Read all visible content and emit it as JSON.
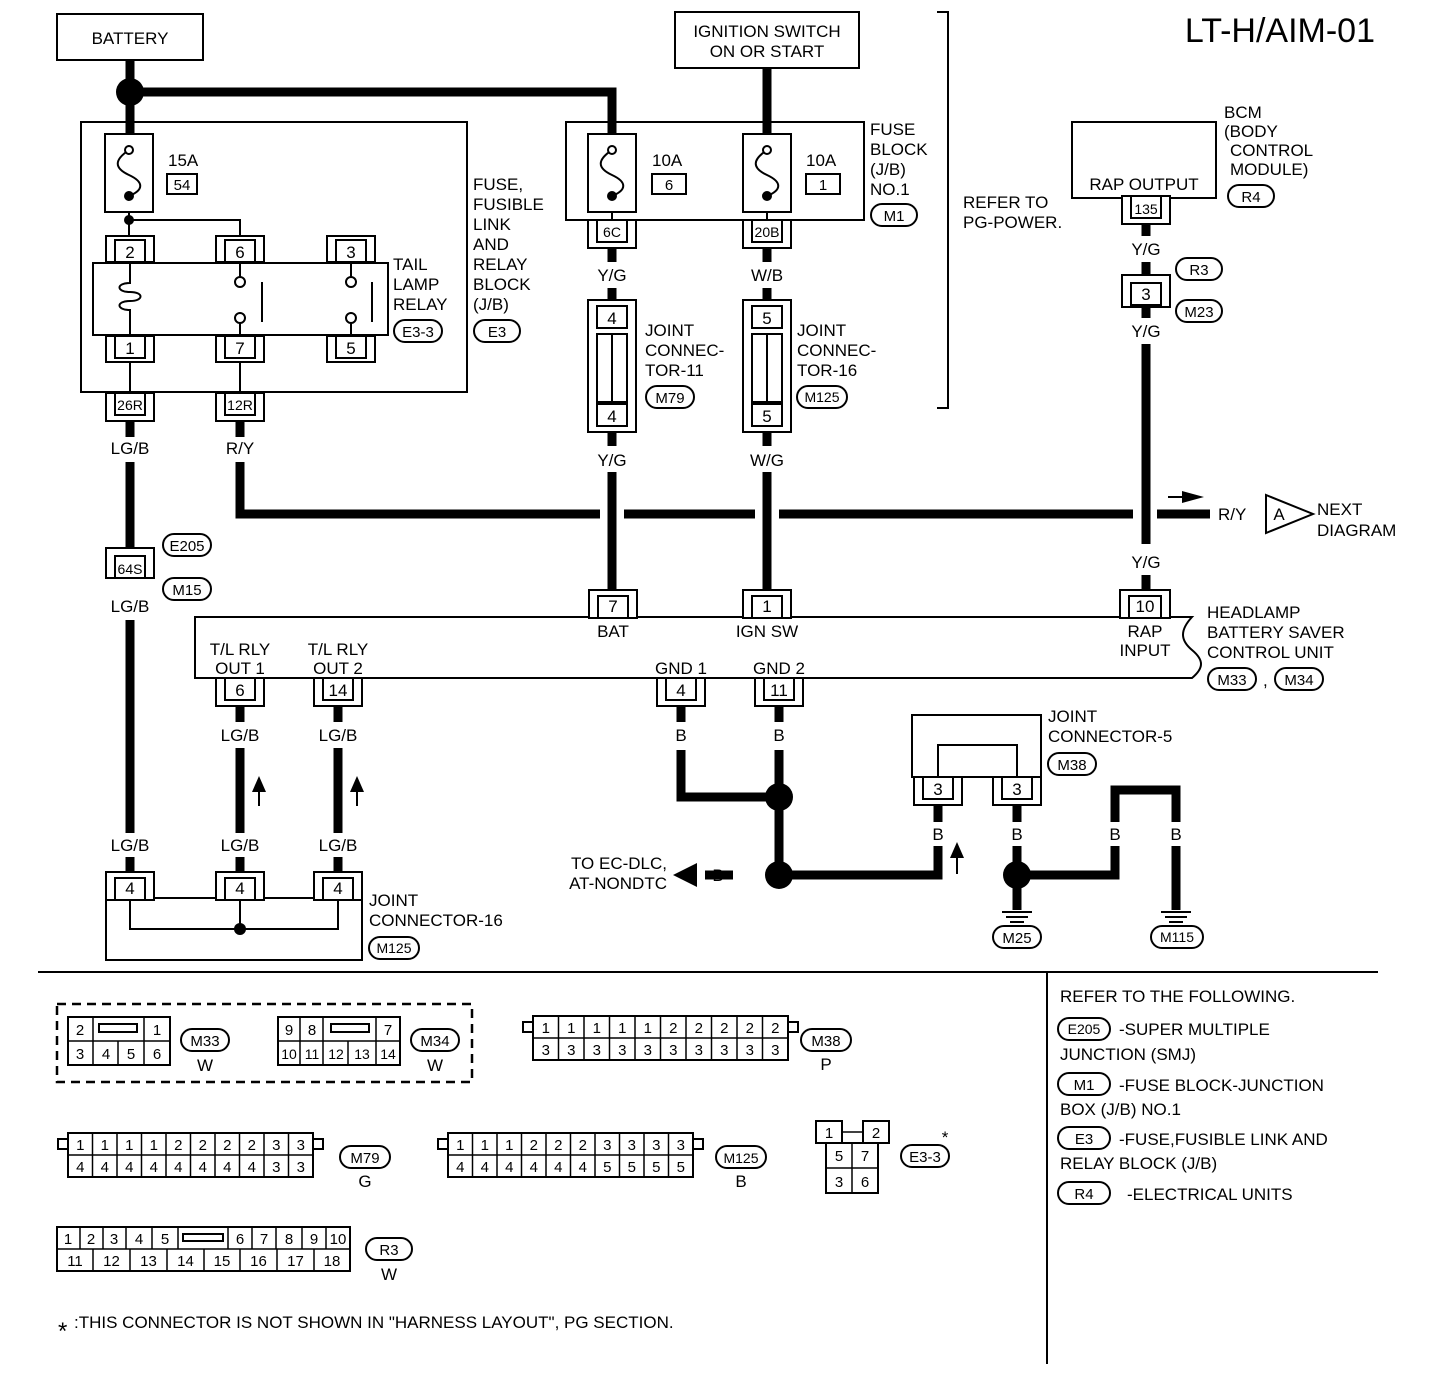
{
  "title": "LT-H/AIM-01",
  "battery": "BATTERY",
  "ignition": [
    "IGNITION SWITCH",
    "ON OR START"
  ],
  "fuse_fusible_block": {
    "label": [
      "FUSE,",
      "FUSIBLE",
      "LINK",
      "AND",
      "RELAY",
      "BLOCK",
      "(J/B)"
    ],
    "ref": "E3",
    "fuse": {
      "amps": "15A",
      "num": "54"
    }
  },
  "tail_lamp_relay": {
    "label": [
      "TAIL",
      "LAMP",
      "RELAY"
    ],
    "ref": "E3-3",
    "pins_top": [
      "2",
      "6",
      "3"
    ],
    "pins_bottom": [
      "1",
      "7",
      "5"
    ]
  },
  "fuse_block": {
    "label": [
      "FUSE",
      "BLOCK",
      "(J/B)",
      "NO.1"
    ],
    "ref": "M1",
    "fuses": [
      {
        "amps": "10A",
        "num": "6",
        "term": "6C"
      },
      {
        "amps": "10A",
        "num": "1",
        "term": "20B"
      }
    ]
  },
  "refer_pg": [
    "REFER TO",
    "PG-POWER."
  ],
  "bcm": {
    "label": [
      "BCM",
      "(BODY",
      "CONTROL",
      "MODULE)"
    ],
    "output": "RAP OUTPUT",
    "ref": "R4",
    "pin": "135"
  },
  "connectors": {
    "r3_m23": {
      "refs": [
        "R3",
        "M23"
      ],
      "pin": "3"
    },
    "jc11": {
      "label": [
        "JOINT",
        "CONNEC-",
        "TOR-11"
      ],
      "ref": "M79",
      "pin": "4"
    },
    "jc16_top": {
      "label": [
        "JOINT",
        "CONNEC-",
        "TOR-16"
      ],
      "ref": "M125",
      "pin": "5"
    },
    "fb_terms": [
      "26R",
      "12R"
    ],
    "e205_m15": {
      "refs": [
        "E205",
        "M15"
      ],
      "pin": "64S"
    },
    "jc5": {
      "label": [
        "JOINT",
        "CONNECTOR-5"
      ],
      "ref": "M38",
      "pins": [
        "3",
        "3"
      ]
    },
    "jc16_bottom": {
      "label": [
        "JOINT",
        "CONNECTOR-16"
      ],
      "ref": "M125",
      "pins": [
        "4",
        "4",
        "4"
      ]
    }
  },
  "wires": {
    "yg": "Y/G",
    "wb": "W/B",
    "wg": "W/G",
    "lgb": "LG/B",
    "ry": "R/Y",
    "b": "B"
  },
  "next_diagram": {
    "wire": "R/Y",
    "marker": "A",
    "text": [
      "NEXT",
      "DIAGRAM"
    ]
  },
  "unit": {
    "label": [
      "HEADLAMP",
      "BATTERY SAVER",
      "CONTROL UNIT"
    ],
    "refs": [
      "M33",
      "M34"
    ],
    "sep": ",",
    "pins_top": [
      {
        "num": "7",
        "name": "BAT"
      },
      {
        "num": "1",
        "name": "IGN SW"
      },
      {
        "num": "10",
        "name": [
          "RAP",
          "INPUT"
        ]
      }
    ],
    "pins_bottom": [
      {
        "num": "6",
        "name": [
          "T/L RLY",
          "OUT 1"
        ]
      },
      {
        "num": "14",
        "name": [
          "T/L RLY",
          "OUT 2"
        ]
      },
      {
        "num": "4",
        "name": "GND 1"
      },
      {
        "num": "11",
        "name": "GND 2"
      }
    ]
  },
  "to_ec": [
    "TO EC-DLC,",
    "AT-NONDTC"
  ],
  "grounds": [
    "M25",
    "M115"
  ],
  "connector_views": {
    "m33": {
      "ref": "M33",
      "color": "W",
      "top": [
        "2",
        "1"
      ],
      "bottom": [
        "3",
        "4",
        "5",
        "6"
      ]
    },
    "m34": {
      "ref": "M34",
      "color": "W",
      "top": [
        "9",
        "8",
        "7"
      ],
      "bottom": [
        "10",
        "11",
        "12",
        "13",
        "14"
      ]
    },
    "m38": {
      "ref": "M38",
      "color": "P",
      "top": [
        "1",
        "1",
        "1",
        "1",
        "1",
        "2",
        "2",
        "2",
        "2",
        "2"
      ],
      "bottom": [
        "3",
        "3",
        "3",
        "3",
        "3",
        "3",
        "3",
        "3",
        "3",
        "3"
      ]
    },
    "m79": {
      "ref": "M79",
      "color": "G",
      "top": [
        "1",
        "1",
        "1",
        "1",
        "2",
        "2",
        "2",
        "2",
        "3",
        "3"
      ],
      "bottom": [
        "4",
        "4",
        "4",
        "4",
        "4",
        "4",
        "4",
        "4",
        "3",
        "3"
      ]
    },
    "m125": {
      "ref": "M125",
      "color": "B",
      "top": [
        "1",
        "1",
        "1",
        "2",
        "2",
        "2",
        "3",
        "3",
        "3",
        "3"
      ],
      "bottom": [
        "4",
        "4",
        "4",
        "4",
        "4",
        "4",
        "5",
        "5",
        "5",
        "5"
      ]
    },
    "e33": {
      "ref": "E3-3",
      "star": "*",
      "cells": [
        "1",
        "2",
        "5",
        "7",
        "3",
        "6"
      ]
    },
    "r3": {
      "ref": "R3",
      "color": "W",
      "top": [
        "1",
        "2",
        "3",
        "4",
        "5",
        "6",
        "7",
        "8",
        "9",
        "10"
      ],
      "bottom": [
        "11",
        "12",
        "13",
        "14",
        "15",
        "16",
        "17",
        "18"
      ]
    }
  },
  "refer_list": {
    "heading": "REFER TO THE FOLLOWING.",
    "items": [
      {
        "ref": "E205",
        "text": [
          "-SUPER MULTIPLE",
          "JUNCTION (SMJ)"
        ]
      },
      {
        "ref": "M1",
        "text": [
          "-FUSE BLOCK-JUNCTION",
          "BOX (J/B) NO.1"
        ]
      },
      {
        "ref": "E3",
        "text": [
          "-FUSE,FUSIBLE LINK AND",
          "RELAY BLOCK (J/B)"
        ]
      },
      {
        "ref": "R4",
        "text": [
          "-ELECTRICAL UNITS"
        ]
      }
    ]
  },
  "footnote": {
    "star": "*",
    "text": ":THIS CONNECTOR IS NOT SHOWN IN \"HARNESS LAYOUT\", PG SECTION."
  }
}
